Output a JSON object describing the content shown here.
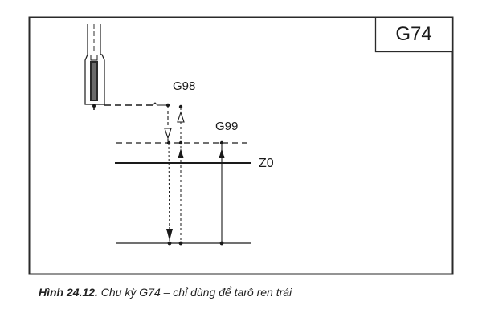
{
  "diagram": {
    "cycle_code": "G74",
    "labels": {
      "g98": "G98",
      "g99": "G99",
      "z0": "Z0"
    },
    "colors": {
      "line": "#1a1a1a",
      "frame": "#2a2a2a",
      "background": "#ffffff"
    },
    "elements": [
      "tapping-tool",
      "initial-plane-dashed-traverse",
      "r-plane-dashed-line",
      "z0-workpiece-surface-line",
      "bottom-depth-line",
      "feed-down-arrow",
      "retract-up-arrow-g98",
      "retract-up-arrow-g99"
    ]
  },
  "caption": {
    "figure_number": "Hình 24.12.",
    "text": " Chu kỳ G74 – chỉ dùng để tarô ren trái"
  }
}
